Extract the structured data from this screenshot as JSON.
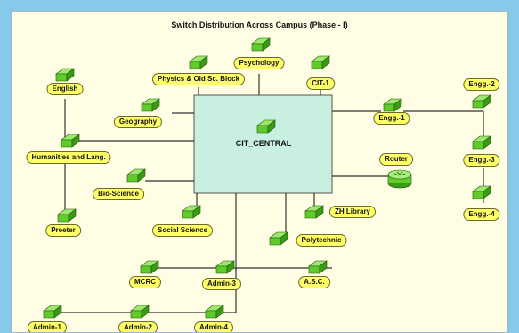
{
  "diagram": {
    "title": "Switch Distribution Across Campus (Phase - I)",
    "central": "CIT_CENTRAL",
    "nodes": {
      "psychology": "Psychology",
      "physics": "Physics & Old Sc. Block",
      "cit1": "CIT-1",
      "english": "English",
      "geography": "Geography",
      "humanities": "Humanities and Lang.",
      "bioscience": "Bio-Science",
      "preeter": "Preeter",
      "socialscience": "Social Science",
      "zhlibrary": "ZH Library",
      "polytechnic": "Polytechnic",
      "router": "Router",
      "engg1": "Engg.-1",
      "engg2": "Engg.-2",
      "engg3": "Engg.-3",
      "engg4": "Engg.-4",
      "mcrc": "MCRC",
      "admin3": "Admin-3",
      "asc": "A.S.C.",
      "admin1": "Admin-1",
      "admin2": "Admin-2",
      "admin4": "Admin-4"
    }
  },
  "colors": {
    "background": "#86c9e8",
    "canvas": "#fffde3",
    "central_box": "#c8efe0",
    "label_fill": "#ffff66",
    "switch_green": "#5fcc2a",
    "line": "#333333"
  }
}
